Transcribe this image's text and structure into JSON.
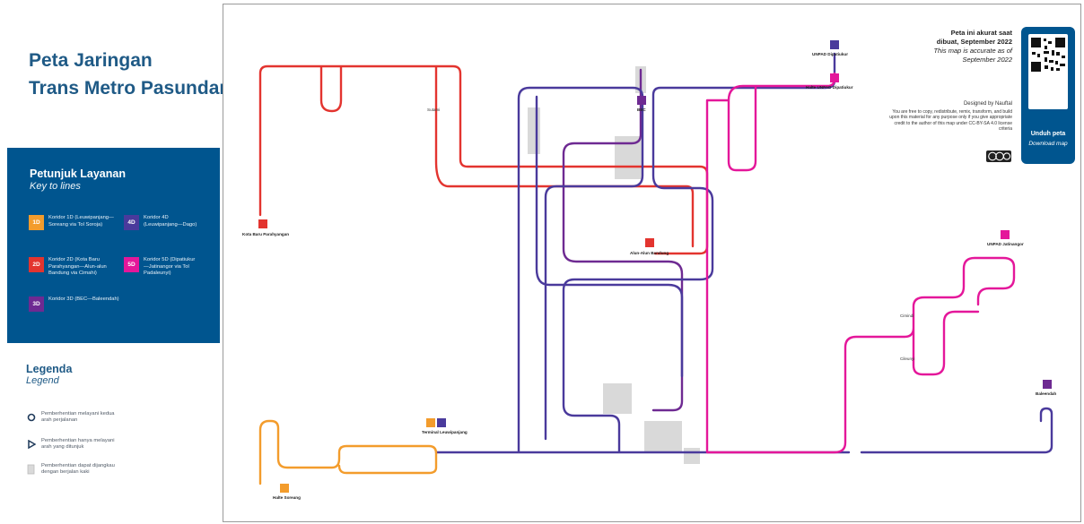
{
  "title": {
    "line1": "Peta Jaringan",
    "line2": "Trans Metro Pasundan"
  },
  "key": {
    "heading": "Petunjuk Layanan",
    "heading_en": "Key to lines",
    "items": [
      {
        "code": "1D",
        "color": "#f39c2c",
        "text": "Koridor 1D (Leuwipanjang—Soreang via Tol Soroja)"
      },
      {
        "code": "2D",
        "color": "#e3342f",
        "text": "Koridor 2D (Kota Baru Parahyangan—Alun-alun Bandung via Cimahi)"
      },
      {
        "code": "3D",
        "color": "#6e2a92",
        "text": "Koridor 3D (BEC—Baleendah)"
      },
      {
        "code": "4D",
        "color": "#4a3a9c",
        "text": "Koridor 4D (Leuwipanjang—Dago)"
      },
      {
        "code": "5D",
        "color": "#e4179a",
        "text": "Koridor 5D (Dipatiukur—Jatinangor via Tol Padaleunyi)"
      }
    ]
  },
  "legend": {
    "heading": "Legenda",
    "heading_en": "Legend",
    "items": [
      {
        "symbol": "ring",
        "text": "Pemberhentian melayani kedua arah perjalanan"
      },
      {
        "symbol": "triangle",
        "text": "Pemberhentian hanya melayani arah yang ditunjuk"
      },
      {
        "symbol": "box",
        "text": "Pemberhentian dapat dijangkau dengan berjalan kaki"
      }
    ]
  },
  "notice": {
    "line1": "Peta ini akurat saat",
    "line2": "dibuat, September 2022",
    "line3": "This map is accurate as of",
    "line4": "September 2022"
  },
  "credits": {
    "designer": "Designed by Nauftal",
    "license": "You are free to copy, redistribute, remix, transform, and build upon this material for any purpose only if you give appropriate credit to the author of this map under CC-BY-SA 4.0 license criteria"
  },
  "download": {
    "label": "Unduh peta",
    "label_en": "Download map"
  },
  "terminals": [
    {
      "name": "Kota Baru Parahyangan",
      "codes": [
        "2D"
      ]
    },
    {
      "name": "Alun-Alun Bandung",
      "codes": [
        "2D"
      ]
    },
    {
      "name": "UNPAD Dipatiukur",
      "codes": [
        "4D"
      ]
    },
    {
      "name": "Halte UNPAD Dipatiukur",
      "codes": [
        "5D"
      ]
    },
    {
      "name": "BEC",
      "codes": [
        "3D"
      ]
    },
    {
      "name": "UNPAD Jatinangor",
      "codes": [
        "5D"
      ]
    },
    {
      "name": "Terminal Leuwipanjang",
      "codes": [
        "1D",
        "4D"
      ]
    },
    {
      "name": "Halte Soreang",
      "codes": [
        "1D"
      ]
    },
    {
      "name": "Baleendah",
      "codes": [
        "3D"
      ]
    }
  ],
  "map_labels": {
    "cimahi": "Sutami",
    "ciroyom": "Cimindi",
    "gedebage": "Cileunyi"
  },
  "colors": {
    "blue_panel": "#00558f",
    "line_1d": "#f39c2c",
    "line_2d": "#e3342f",
    "line_3d": "#6e2a92",
    "line_4d": "#4a3a9c",
    "line_5d": "#e4179a"
  }
}
